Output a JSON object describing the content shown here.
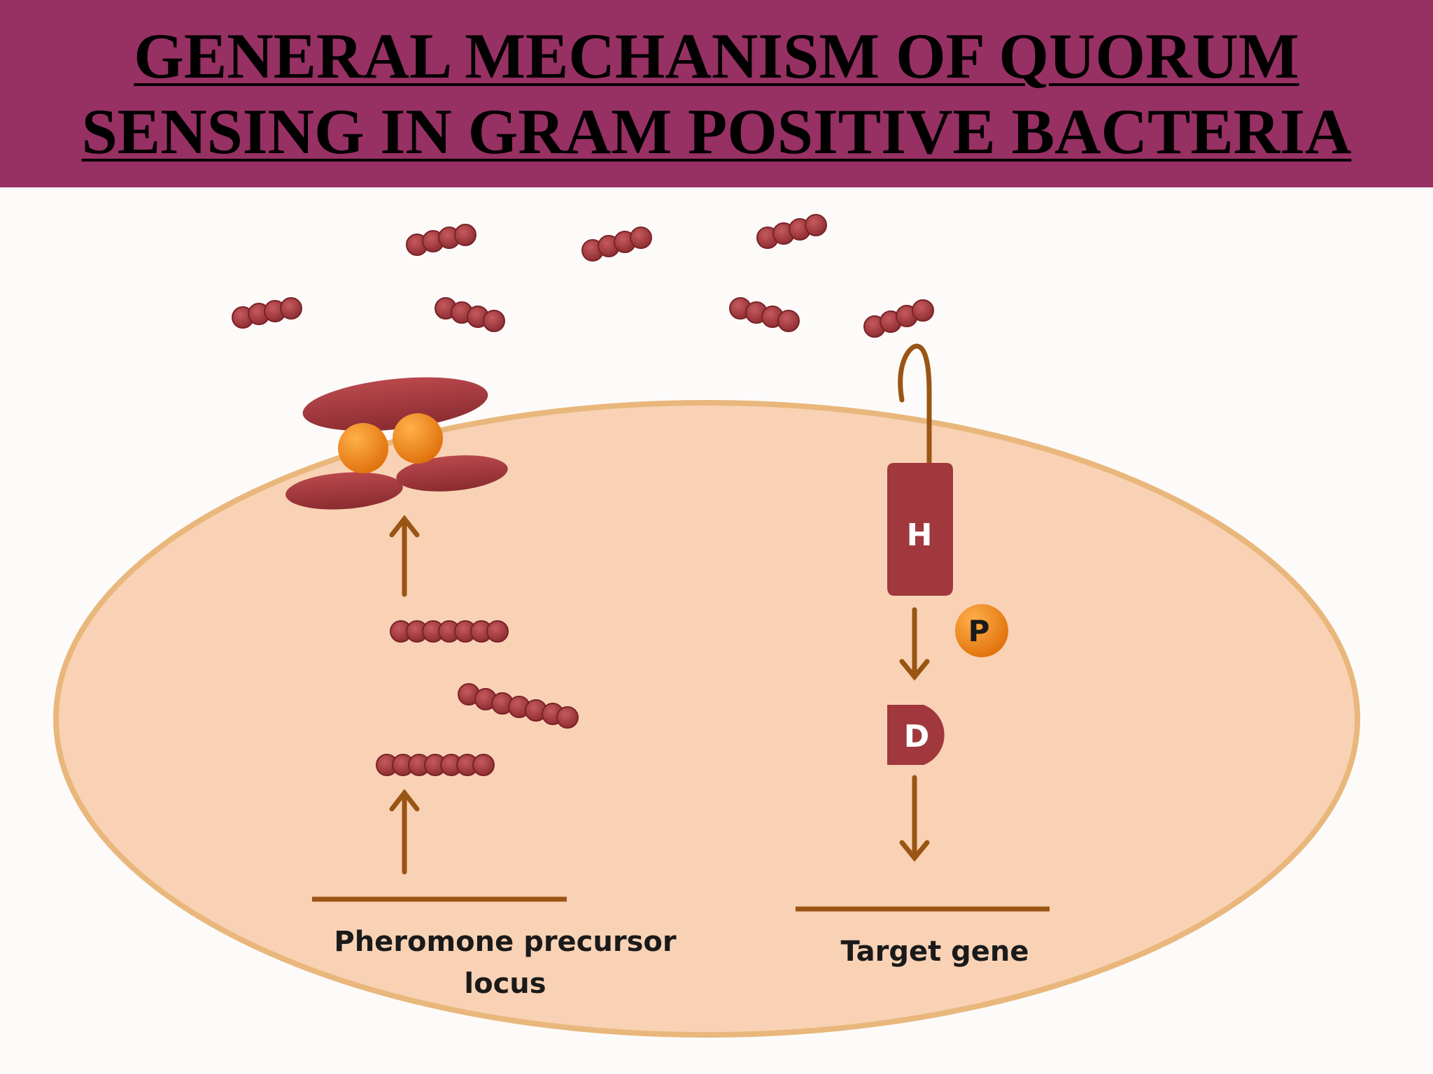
{
  "title": {
    "line1": "GENERAL MECHANISM OF QUORUM",
    "line2": "SENSING IN GRAM POSITIVE BACTERIA"
  },
  "labels": {
    "precursor_line1": "Pheromone precursor",
    "precursor_line2": "locus",
    "target": "Target gene",
    "histidine_kinase": "H",
    "response_regulator": "D",
    "phosphate": "P"
  },
  "colors": {
    "title_band": "#973063",
    "cell": "#f9d2b5",
    "cell_border": "#e9b77c",
    "peptide": "#a0383d",
    "arrow": "#9a5514",
    "orange_ball": "#f08a1c"
  }
}
